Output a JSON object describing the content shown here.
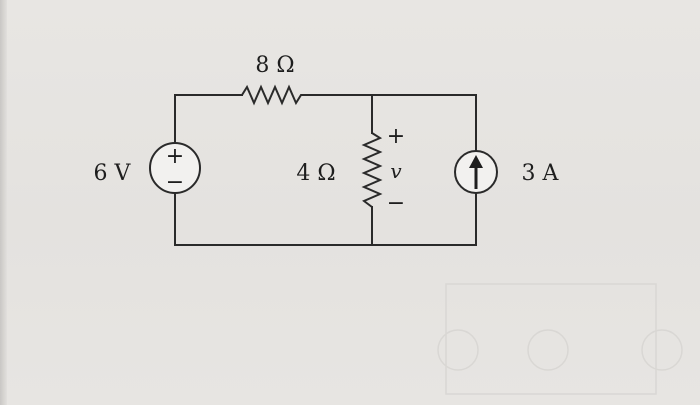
{
  "diagram": {
    "resistor_top_label": "8 Ω",
    "resistor_middle_label": "4 Ω",
    "voltage_source_label": "6 V",
    "voltage_source_plus": "+",
    "voltage_source_minus": "−",
    "current_source_label": "3 A",
    "measured_voltage_plus": "+",
    "measured_voltage_symbol": "v",
    "measured_voltage_minus": "−"
  }
}
